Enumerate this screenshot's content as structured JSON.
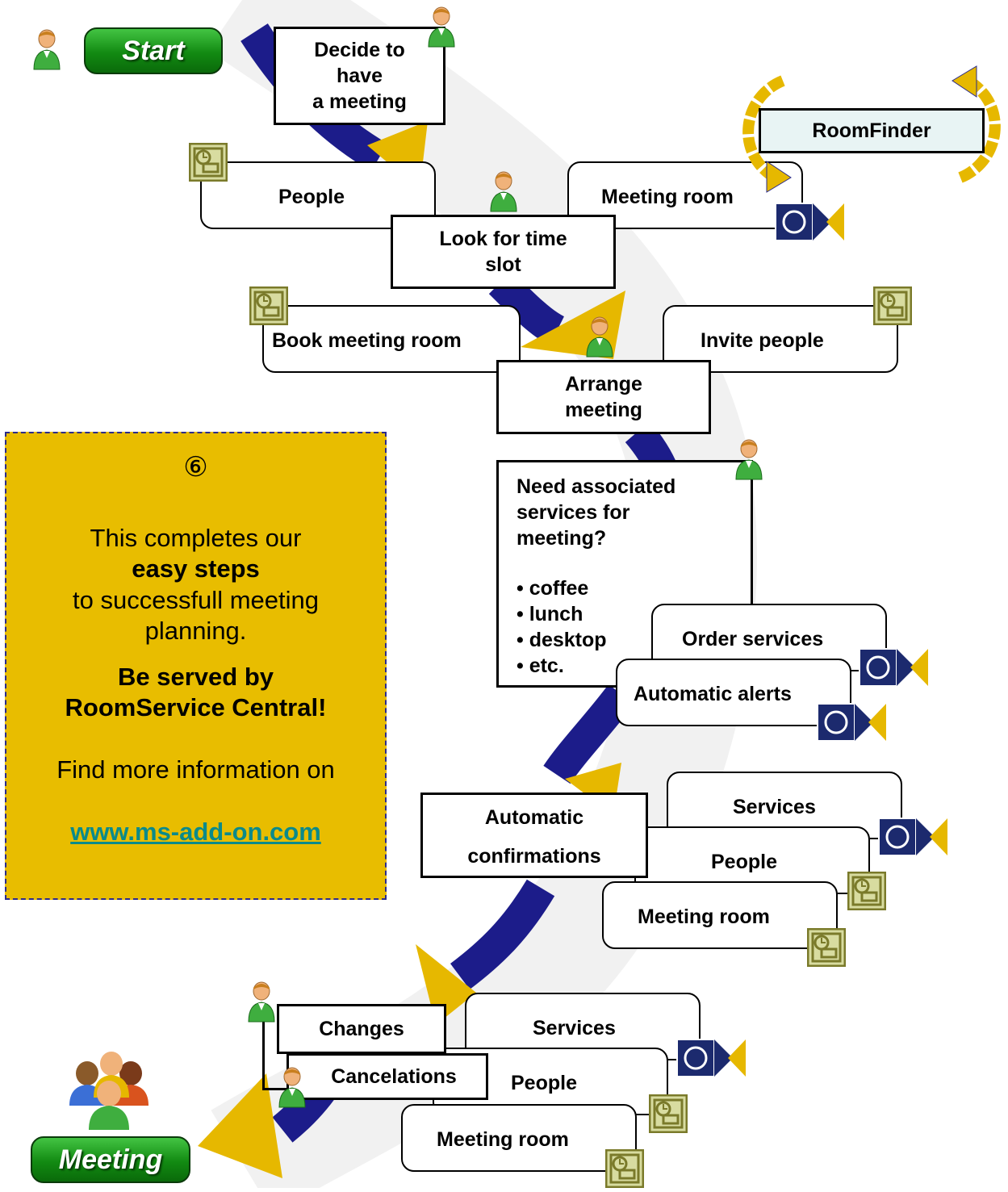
{
  "start_label": "Start",
  "end_label": "Meeting",
  "steps": {
    "decide": "Decide to\nhave\na meeting",
    "look_slot": "Look for time\nslot",
    "arrange": "Arrange\nmeeting",
    "need_services_title": "Need associated\nservices for\nmeeting?",
    "need_services_items": [
      "• coffee",
      "• lunch",
      "• desktop",
      "• etc."
    ],
    "auto_confirm_1": "Automatic",
    "auto_confirm_2": "confirmations",
    "changes": "Changes",
    "cancelations": "Cancelations"
  },
  "roomfinder": "RoomFinder",
  "options": {
    "people_1": "People",
    "meeting_room_1": "Meeting room",
    "book_room": "Book meeting room",
    "invite": "Invite people",
    "order_services": "Order services",
    "automatic_alerts": "Automatic alerts",
    "services_2": "Services",
    "people_2": "People",
    "meeting_room_2": "Meeting room",
    "services_3": "Services",
    "people_3": "People",
    "meeting_room_3": "Meeting room"
  },
  "info": {
    "number": "⑥",
    "line1": "This completes our",
    "line2": "easy steps",
    "line3": "to successfull meeting",
    "line4": "planning.",
    "line5": "Be served by",
    "line6": "RoomService Central!",
    "line7": "Find more information on",
    "link": "www.ms-add-on.com"
  },
  "colors": {
    "path_blue": "#1c1c8a",
    "arrow_gold": "#e6b800",
    "info_bg": "#e8bd00",
    "link": "#0b8a8a",
    "button_green": "#128a12"
  }
}
